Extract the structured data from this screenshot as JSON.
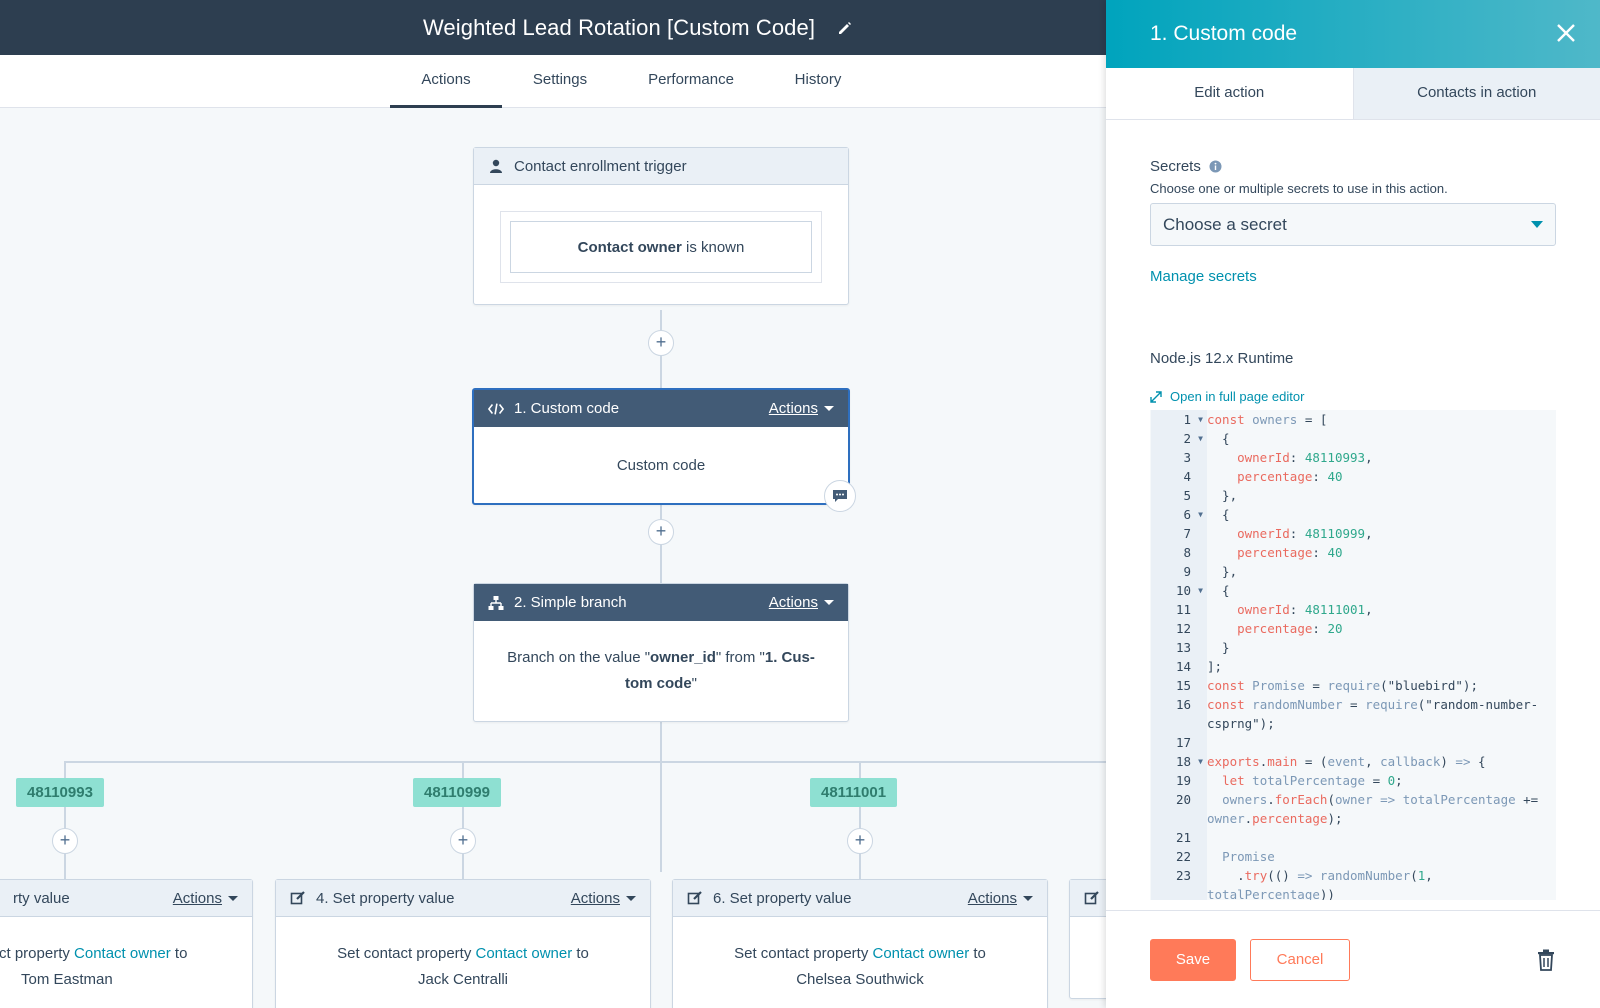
{
  "header": {
    "title": "Weighted Lead Rotation [Custom Code]"
  },
  "tabs": [
    "Actions",
    "Settings",
    "Performance",
    "History"
  ],
  "trigger": {
    "title": "Contact enrollment trigger",
    "condition_bold": "Contact owner",
    "condition_rest": " is known"
  },
  "step1": {
    "title": "1. Custom code",
    "actions": "Actions",
    "body": "Custom code"
  },
  "step2": {
    "title": "2. Simple branch",
    "actions": "Actions",
    "line1_a": "Branch on the value \"",
    "line1_b": "owner_id",
    "line1_c": "\" from \"",
    "line1_d": "1. Cus-",
    "line2_a": "tom code",
    "line2_b": "\""
  },
  "branches": [
    "48110993",
    "48110999",
    "48111001"
  ],
  "set_cards": [
    {
      "title": "rty value",
      "actions": "Actions",
      "prefix": "ct property ",
      "prop": "Contact owner",
      "to": " to",
      "value": "Tom Eastman"
    },
    {
      "title": "4. Set property value",
      "actions": "Actions",
      "prefix": "Set contact property ",
      "prop": "Contact owner",
      "to": " to",
      "value": "Jack Centralli"
    },
    {
      "title": "6. Set property value",
      "actions": "Actions",
      "prefix": "Set contact property ",
      "prop": "Contact owner",
      "to": " to",
      "value": "Chelsea Southwick"
    }
  ],
  "panel": {
    "title": "1. Custom code",
    "tabs": [
      "Edit action",
      "Contacts in action"
    ],
    "secrets_label": "Secrets",
    "secrets_help": "Choose one or multiple secrets to use in this action.",
    "secrets_placeholder": "Choose a secret",
    "manage_secrets": "Manage secrets",
    "runtime": "Node.js 12.x Runtime",
    "open_editor": "Open in full page editor",
    "save": "Save",
    "cancel": "Cancel"
  },
  "code_lines": [
    {
      "n": "1",
      "fold": true
    },
    {
      "n": "2",
      "fold": true
    },
    {
      "n": "3"
    },
    {
      "n": "4"
    },
    {
      "n": "5"
    },
    {
      "n": "6",
      "fold": true
    },
    {
      "n": "7"
    },
    {
      "n": "8"
    },
    {
      "n": "9"
    },
    {
      "n": "10",
      "fold": true
    },
    {
      "n": "11"
    },
    {
      "n": "12"
    },
    {
      "n": "13"
    },
    {
      "n": "14"
    },
    {
      "n": "15"
    },
    {
      "n": "16"
    },
    {
      "n": ""
    },
    {
      "n": "17"
    },
    {
      "n": "18",
      "fold": true
    },
    {
      "n": "19"
    },
    {
      "n": "20"
    },
    {
      "n": ""
    },
    {
      "n": "21"
    },
    {
      "n": "22"
    },
    {
      "n": "23"
    },
    {
      "n": ""
    }
  ],
  "code_text": [
    "const owners = [",
    "  {",
    "    ownerId: 48110993,",
    "    percentage: 40",
    "  },",
    "  {",
    "    ownerId: 48110999,",
    "    percentage: 40",
    "  },",
    "  {",
    "    ownerId: 48111001,",
    "    percentage: 20",
    "  }",
    "];",
    "const Promise = require(\"bluebird\");",
    "const randomNumber = require(\"random-number-",
    "csprng\");",
    "",
    "exports.main = (event, callback) => {",
    "  let totalPercentage = 0;",
    "  owners.forEach(owner => totalPercentage +=",
    "owner.percentage);",
    "",
    "  Promise",
    "    .try(() => randomNumber(1,",
    "totalPercentage))"
  ]
}
